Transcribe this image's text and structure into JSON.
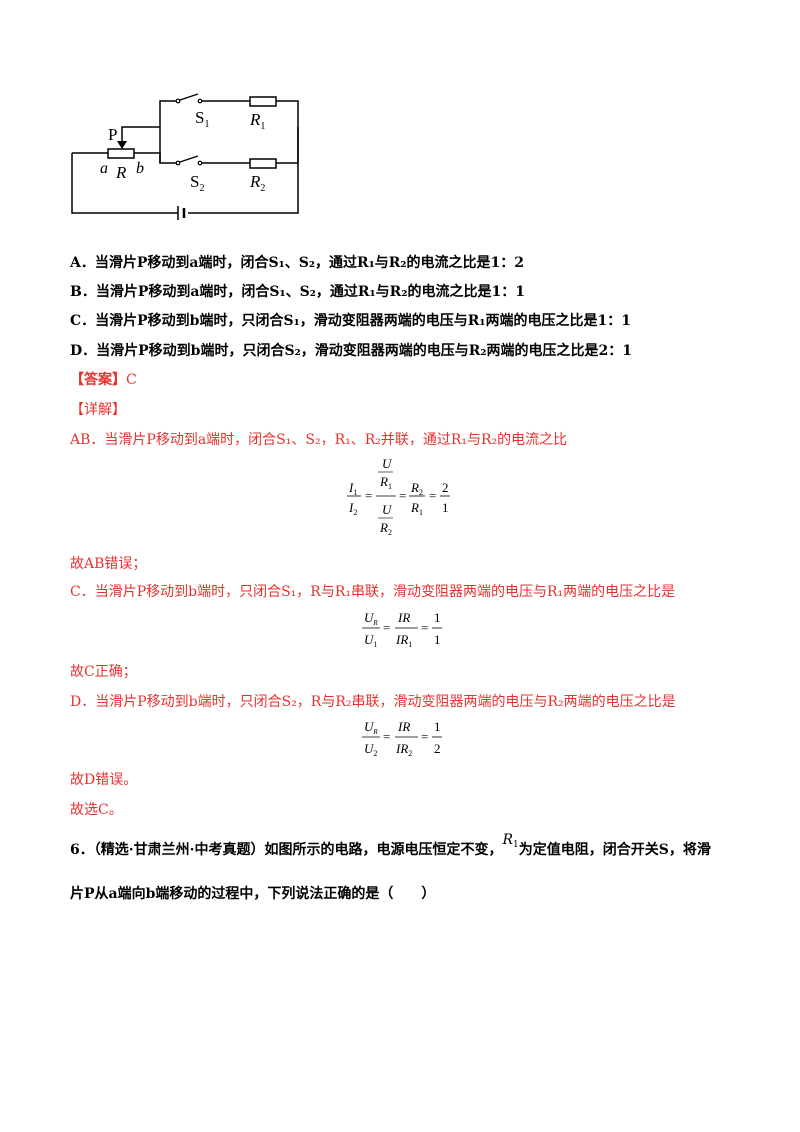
{
  "circuit": {
    "slider_label": "P",
    "end_a": "a",
    "rheostat_label": "R",
    "end_b": "b",
    "switch1": "S",
    "switch1_sub": "1",
    "switch2": "S",
    "switch2_sub": "2",
    "res1": "R",
    "res1_sub": "1",
    "res2": "R",
    "res2_sub": "2"
  },
  "options": {
    "A": "A．当滑片P移动到a端时，闭合S₁、S₂，通过R₁与R₂的电流之比是1：2",
    "B": "B．当滑片P移动到a端时，闭合S₁、S₂，通过R₁与R₂的电流之比是1：1",
    "C": "C．当滑片P移动到b端时，只闭合S₁，滑动变阻器两端的电压与R₁两端的电压之比是1：1",
    "D": "D．当滑片P移动到b端时，只闭合S₂，滑动变阻器两端的电压与R₂两端的电压之比是2：1"
  },
  "answer": {
    "label": "【答案】",
    "value": "C"
  },
  "detail_label": "【详解】",
  "explain": {
    "ab": "AB．当滑片P移动到a端时，闭合S₁、S₂，R₁、R₂并联，通过R₁与R₂的电流之比",
    "ab_conclusion": "故AB错误；",
    "c": "C．当滑片P移动到b端时，只闭合S₁，R与R₁串联，滑动变阻器两端的电压与R₁两端的电压之比是",
    "c_conclusion": "故C正确；",
    "d": "D．当滑片P移动到b端时，只闭合S₂，R与R₂串联，滑动变阻器两端的电压与R₂两端的电压之比是",
    "d_conclusion": "故D错误。",
    "final": "故选C。"
  },
  "formulas": {
    "f1": {
      "I1": "I",
      "I2": "I",
      "U": "U",
      "R1": "R",
      "R2": "R",
      "eq": "=",
      "num": "2",
      "den": "1",
      "s1": "1",
      "s2": "2"
    },
    "f2": {
      "UR": "U",
      "URs": "R",
      "U1": "U",
      "U1s": "1",
      "IR": "IR",
      "IR1": "IR",
      "IR1s": "1",
      "num": "1",
      "den": "1",
      "eq": "="
    },
    "f3": {
      "UR": "U",
      "URs": "R",
      "U2": "U",
      "U2s": "2",
      "IR": "IR",
      "IR2": "IR",
      "IR2s": "2",
      "num": "1",
      "den": "2",
      "eq": "="
    }
  },
  "question6": {
    "line1_a": "6．（精选·甘肃兰州·中考真题）如图所示的电路，电源电压恒定不变，",
    "r1": "R",
    "r1_sub": "1",
    "line1_b": "为定值电阻，闭合开关S，将滑",
    "line2": "片P从a端向b端移动的过程中，下列说法正确的是（　　）"
  }
}
